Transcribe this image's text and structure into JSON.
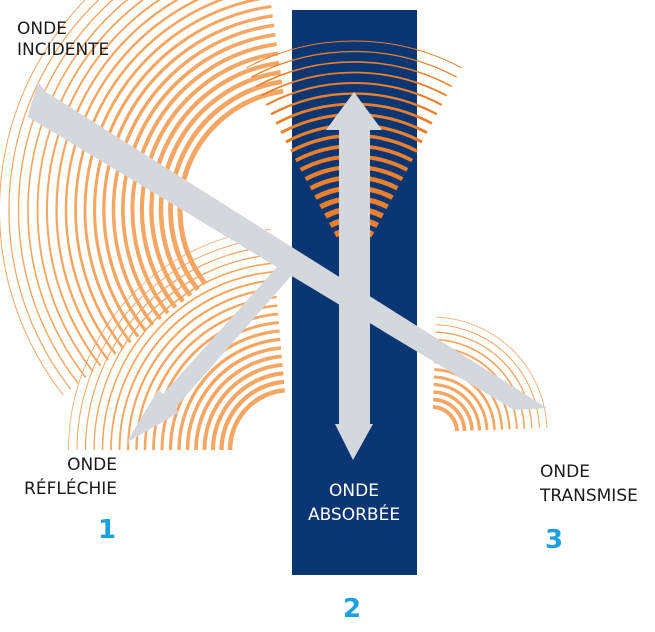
{
  "labels": {
    "incident": {
      "line1": "ONDE",
      "line2": "INCIDENTE"
    },
    "reflected": {
      "line1": "ONDE",
      "line2": "RÉFLÉCHIE",
      "number": "1"
    },
    "absorbed": {
      "line1": "ONDE",
      "line2": "ABSORBÉE",
      "number": "2"
    },
    "transmitted": {
      "line1": "ONDE",
      "line2": "TRANSMISE",
      "number": "3"
    }
  },
  "colors": {
    "slab": "#0b3674",
    "arrow": "#d4d7dc",
    "wave_orange": "#f5a662",
    "wave_orange_dark": "#ea7f2c",
    "number_blue": "#1ea0df",
    "label_dark": "#1a1a1a",
    "label_light": "#ffffff"
  }
}
